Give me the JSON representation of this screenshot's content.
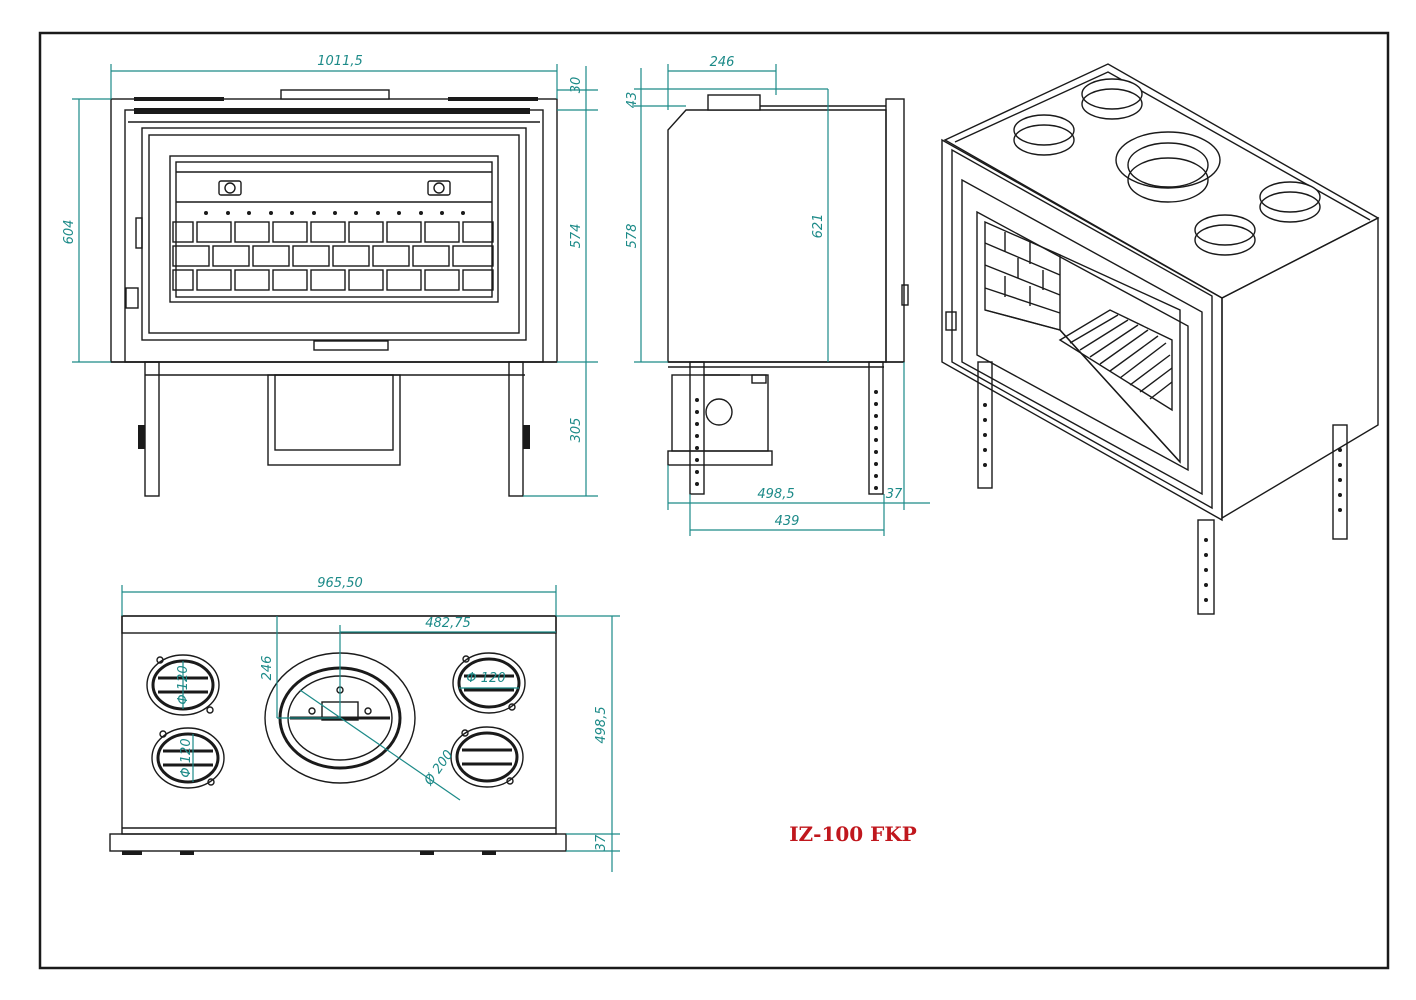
{
  "drawing": {
    "title": "IZ-100 FKP",
    "colors": {
      "dimension": "#1c8a88",
      "outline": "#1a1a1a",
      "title": "#c0171d",
      "background": "#ffffff"
    }
  },
  "front_view": {
    "width": "1011,5",
    "top_gap": "30",
    "height_total": "604",
    "height_body": "574",
    "leg_height": "305"
  },
  "side_view": {
    "top_offset": "246",
    "top_height": "43",
    "height_left": "578",
    "height_right": "621",
    "depth": "498,5",
    "depth_inner": "439",
    "leg_offset": "37"
  },
  "top_view": {
    "width": "965,50",
    "half_width": "482,75",
    "depth": "498,5",
    "front_offset": "37",
    "center_offset": "246",
    "small_outlet_1": "Φ 120",
    "small_outlet_2": "Φ 120",
    "small_outlet_3": "Φ 120",
    "main_outlet": "Ø 200"
  }
}
